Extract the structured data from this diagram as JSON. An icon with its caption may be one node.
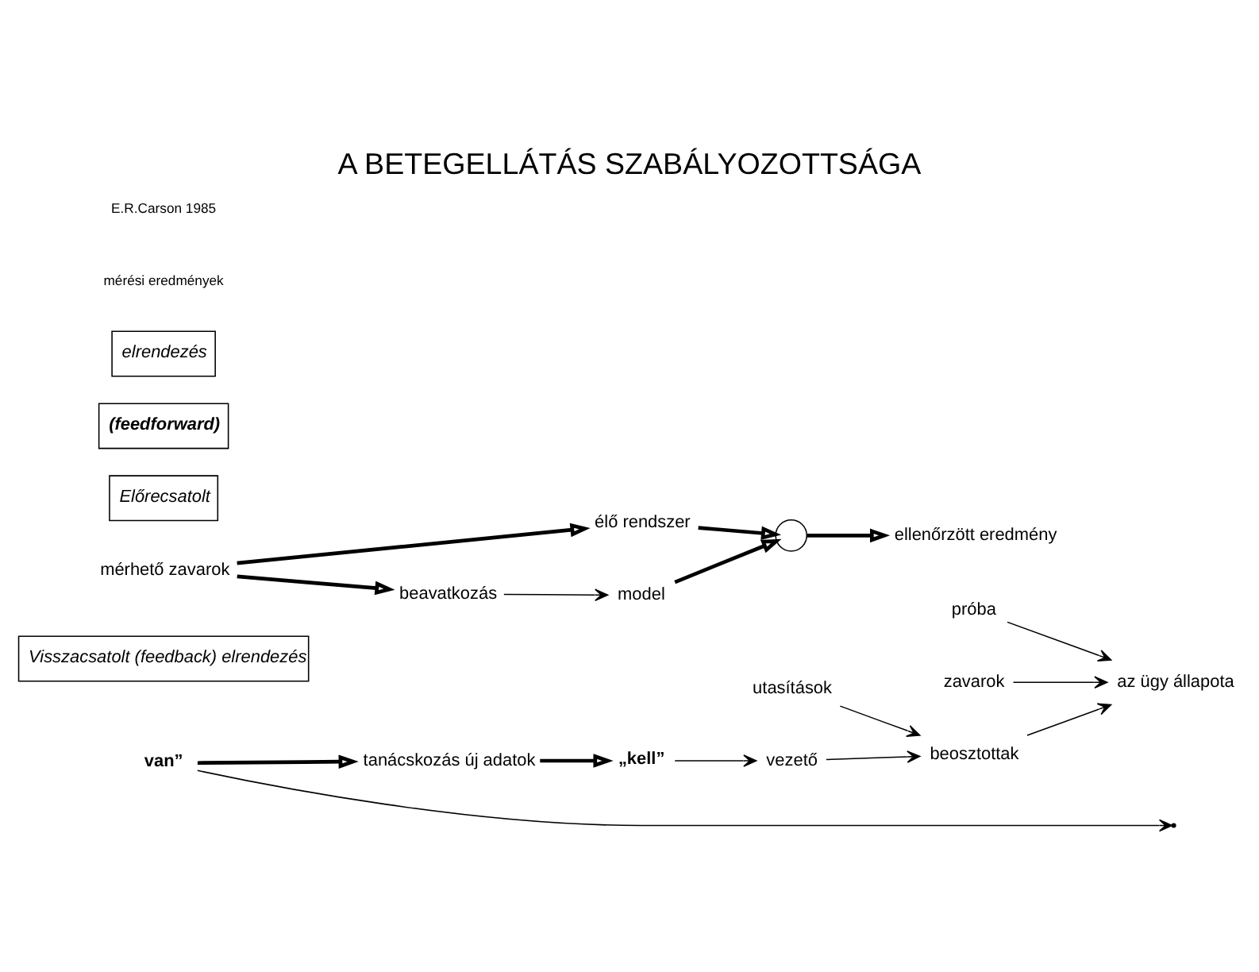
{
  "diagram": {
    "title": "A BETEGELLÁTÁS SZABÁLYOZOTTSÁGA",
    "nodes": [
      {
        "text": [
          "„kell”"
        ]
      },
      {
        "text": [
          "utasítások"
        ]
      },
      {
        "text": [
          "próba"
        ]
      },
      {
        "text": [
          "zavarok"
        ]
      },
      {
        "text": [
          "van”"
        ]
      },
      {
        "text": [
          "vezető"
        ]
      },
      {
        "text": [
          "beosztottak"
        ]
      },
      {
        "text": [
          "az ügy állapota"
        ]
      },
      {
        "text": [
          "tanácskozás új adatok"
        ]
      },
      {
        "text": [
          "Visszacsatolt (feedback) elrendezés"
        ]
      },
      {
        "text": [
          "mérhető zavarok"
        ]
      },
      {
        "text": [
          "élő rendszer"
        ]
      },
      {
        "text": [],
        "shape": "circle"
      },
      {
        "text": [
          "beavatkozás"
        ]
      },
      {
        "text": [
          "model"
        ]
      },
      {
        "text": [
          "ellenőrzött eredmény"
        ]
      },
      {
        "text": [
          "Előrecsatolt"
        ]
      },
      {
        "text": [
          "(feedforward)"
        ]
      },
      {
        "text": [
          "elrendezés"
        ]
      }
    ],
    "edges": [
      {
        "from": 0,
        "to": 5,
        "arrow": "to"
      },
      {
        "from": 5,
        "to": 6,
        "arrow": "to"
      },
      {
        "from": 1,
        "to": 6,
        "arrow": "to"
      },
      {
        "from": 6,
        "to": 7,
        "arrow": "to"
      },
      {
        "from": 2,
        "to": 7,
        "arrow": "to"
      },
      {
        "from": 3,
        "to": 7,
        "arrow": "to"
      },
      {
        "from": 4,
        "to": null,
        "arrow": "to"
      },
      {
        "from": 4,
        "to": 8,
        "arrow": "to",
        "style": "thick"
      },
      {
        "from": 8,
        "to": 0,
        "arrow": "to",
        "style": "thick"
      },
      {
        "from": 10,
        "to": 11,
        "arrow": "to",
        "style": "thick"
      },
      {
        "from": 10,
        "to": 13,
        "arrow": "to",
        "style": "thick"
      },
      {
        "from": 13,
        "to": 14,
        "arrow": "to"
      },
      {
        "from": 11,
        "to": 12,
        "arrow": "to",
        "style": "thick"
      },
      {
        "from": 14,
        "to": 12,
        "arrow": "to",
        "style": "thick"
      },
      {
        "from": 12,
        "to": 15,
        "arrow": "to",
        "style": "thick"
      }
    ],
    "labels": [
      "mérési eredmények",
      "E.R.Carson 1985"
    ]
  }
}
